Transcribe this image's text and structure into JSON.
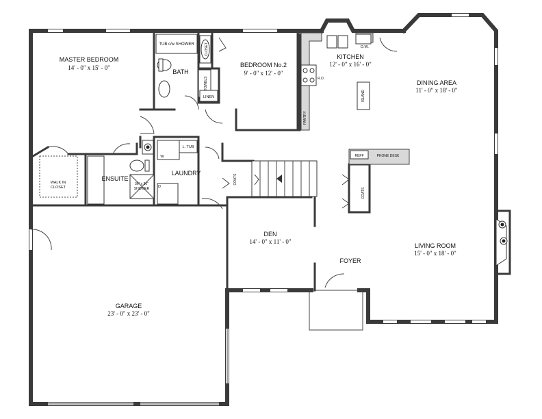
{
  "rooms": {
    "master_bedroom": {
      "name": "MASTER BEDROOM",
      "size": "14' - 0\" x 15' - 0\""
    },
    "bedroom2": {
      "name": "BEDROOM No.2",
      "size": "9' - 0\" x 12' - 0\""
    },
    "kitchen": {
      "name": "KITCHEN",
      "size": "12' - 0\" x 16' - 0\""
    },
    "dining": {
      "name": "DINING AREA",
      "size": "11' - 0\" x 18' - 0\""
    },
    "den": {
      "name": "DEN",
      "size": "14' - 0\" x 11' - 0\""
    },
    "living": {
      "name": "LIVING ROOM",
      "size": "15' - 0\" x 18' - 0\""
    },
    "garage": {
      "name": "GARAGE",
      "size": "23' - 0\" x 23' - 0\""
    },
    "bath": {
      "name": "BATH"
    },
    "ensuite": {
      "name": "ENSUITE"
    },
    "laundry": {
      "name": "LAUNDRY"
    },
    "foyer": {
      "name": "FOYER"
    },
    "walk_in_closet": {
      "line1": "WALK IN",
      "line2": "CLOSET"
    }
  },
  "fixtures": {
    "tub_shower": "TUB c/w SHOWER",
    "closet": "CLOSET",
    "towels": "TOWELS",
    "linen": "LINEN",
    "dw": "D.W.",
    "ro": "R.O.",
    "pantry": "PANTRY",
    "island": "ISLAND",
    "reff": "REFF",
    "phone_desk": "PHONE DESK",
    "coats_left": "COATS",
    "coats_right": "COATS",
    "l_tub": "L. TUB",
    "w": "W",
    "d": "D",
    "shower_line1": "36\" x 36\"",
    "shower_line2": "SHOWER"
  }
}
